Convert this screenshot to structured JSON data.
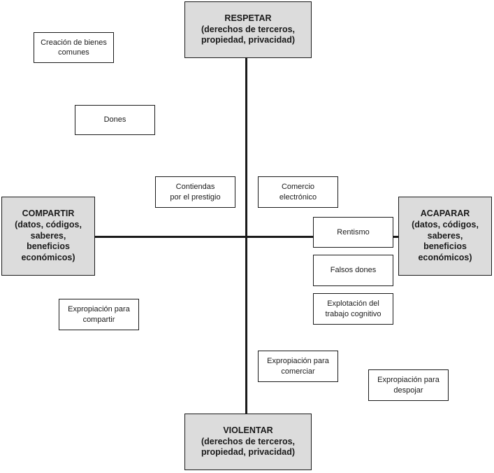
{
  "poles": {
    "top": {
      "lines": [
        "RESPETAR",
        "(derechos de terceros,",
        "propiedad, privacidad)"
      ]
    },
    "bottom": {
      "lines": [
        "VIOLENTAR",
        "(derechos de terceros,",
        "propiedad, privacidad)"
      ]
    },
    "left": {
      "lines": [
        "COMPARTIR",
        "(datos, códigos,",
        "saberes,",
        "beneficios",
        "económicos)"
      ]
    },
    "right": {
      "lines": [
        "ACAPARAR",
        "(datos, códigos,",
        "saberes,",
        "beneficios",
        "económicos)"
      ]
    }
  },
  "items": {
    "creacion_bienes_comunes": {
      "lines": [
        "Creación de bienes",
        "comunes"
      ]
    },
    "dones": {
      "lines": [
        "Dones"
      ]
    },
    "contiendas": {
      "lines": [
        "Contiendas",
        "por el prestigio"
      ]
    },
    "comercio_electronico": {
      "lines": [
        "Comercio",
        "electrónico"
      ]
    },
    "rentismo": {
      "lines": [
        "Rentismo"
      ]
    },
    "falsos_dones": {
      "lines": [
        "Falsos dones"
      ]
    },
    "explotacion": {
      "lines": [
        "Explotación del",
        "trabajo cognitivo"
      ]
    },
    "expropiacion_compartir": {
      "lines": [
        "Expropiación para",
        "compartir"
      ]
    },
    "expropiacion_comerciar": {
      "lines": [
        "Expropiación para",
        "comerciar"
      ]
    },
    "expropiacion_despojar": {
      "lines": [
        "Expropiación para",
        "despojar"
      ]
    }
  }
}
